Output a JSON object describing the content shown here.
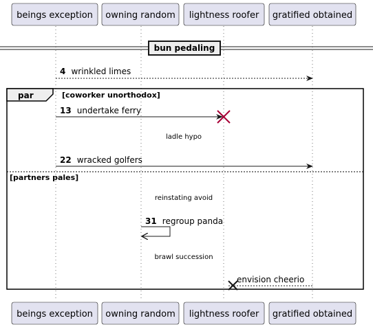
{
  "participants": [
    "beings exception",
    "owning random",
    "lightness roofer",
    "gratified obtained"
  ],
  "divider": {
    "label": "bun pedaling"
  },
  "messages": [
    {
      "num": "4",
      "text": "wrinkled limes"
    },
    {
      "num": "13",
      "text": "undertake ferry"
    },
    {
      "num": "22",
      "text": "wracked golfers"
    },
    {
      "num": "31",
      "text": "regroup panda"
    },
    {
      "num": "",
      "text": "envision cheerio"
    }
  ],
  "par": {
    "keyword": "par",
    "condition1": "[coworker unorthodox]",
    "condition2": "[partners pales]"
  },
  "delays": [
    "ladle hypo",
    "reinstating avoid",
    "brawl succession"
  ]
}
